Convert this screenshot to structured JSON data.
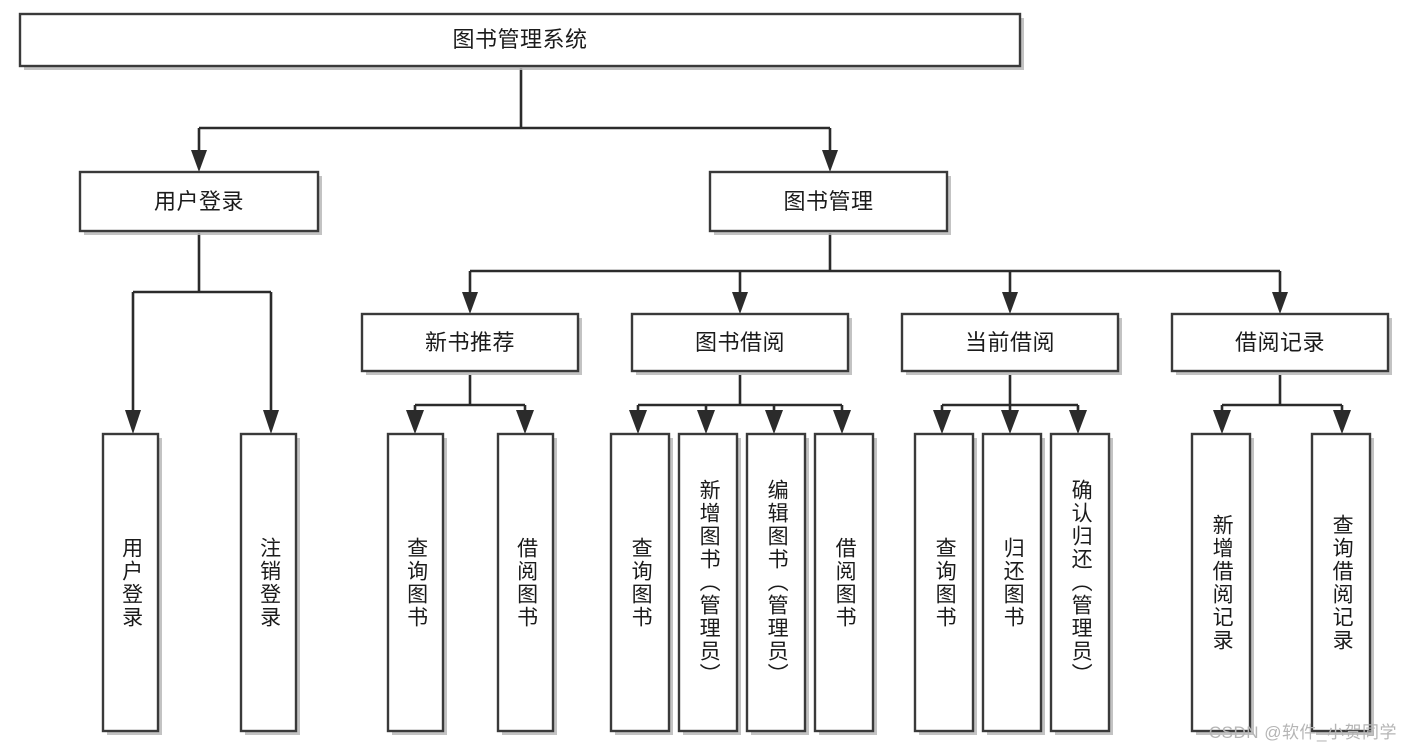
{
  "diagram": {
    "title": "图书管理系统",
    "type": "tree-hierarchy",
    "watermark": "CSDN @软件_小贺同学",
    "nodes": {
      "root": {
        "label": "图书管理系统"
      },
      "level2": [
        {
          "id": "user-login",
          "label": "用户登录"
        },
        {
          "id": "book-manage",
          "label": "图书管理"
        }
      ],
      "level3": [
        {
          "id": "new-book-recommend",
          "label": "新书推荐"
        },
        {
          "id": "book-borrow",
          "label": "图书借阅"
        },
        {
          "id": "current-borrow",
          "label": "当前借阅"
        },
        {
          "id": "borrow-record",
          "label": "借阅记录"
        }
      ],
      "leaves": [
        {
          "id": "leaf-user-login",
          "label": "用户登录",
          "parent": "user-login"
        },
        {
          "id": "leaf-user-logout",
          "label": "注销登录",
          "parent": "user-login"
        },
        {
          "id": "leaf-query-book-1",
          "label": "查询图书",
          "parent": "new-book-recommend"
        },
        {
          "id": "leaf-borrow-book-1",
          "label": "借阅图书",
          "parent": "new-book-recommend"
        },
        {
          "id": "leaf-query-book-2",
          "label": "查询图书",
          "parent": "book-borrow"
        },
        {
          "id": "leaf-add-book",
          "label": "新增图书（管理员）",
          "parent": "book-borrow"
        },
        {
          "id": "leaf-edit-book",
          "label": "编辑图书（管理员）",
          "parent": "book-borrow"
        },
        {
          "id": "leaf-borrow-book-2",
          "label": "借阅图书",
          "parent": "book-borrow"
        },
        {
          "id": "leaf-query-book-3",
          "label": "查询图书",
          "parent": "current-borrow"
        },
        {
          "id": "leaf-return-book",
          "label": "归还图书",
          "parent": "current-borrow"
        },
        {
          "id": "leaf-confirm-return",
          "label": "确认归还（管理员）",
          "parent": "current-borrow"
        },
        {
          "id": "leaf-add-record",
          "label": "新增借阅记录",
          "parent": "borrow-record"
        },
        {
          "id": "leaf-query-record",
          "label": "查询借阅记录",
          "parent": "borrow-record"
        }
      ]
    },
    "colors": {
      "box_stroke": "#3a3a3a",
      "connector": "#2b2b2b",
      "background": "#ffffff",
      "text": "#1b1b1b",
      "watermark": "#b5b5b5"
    }
  }
}
